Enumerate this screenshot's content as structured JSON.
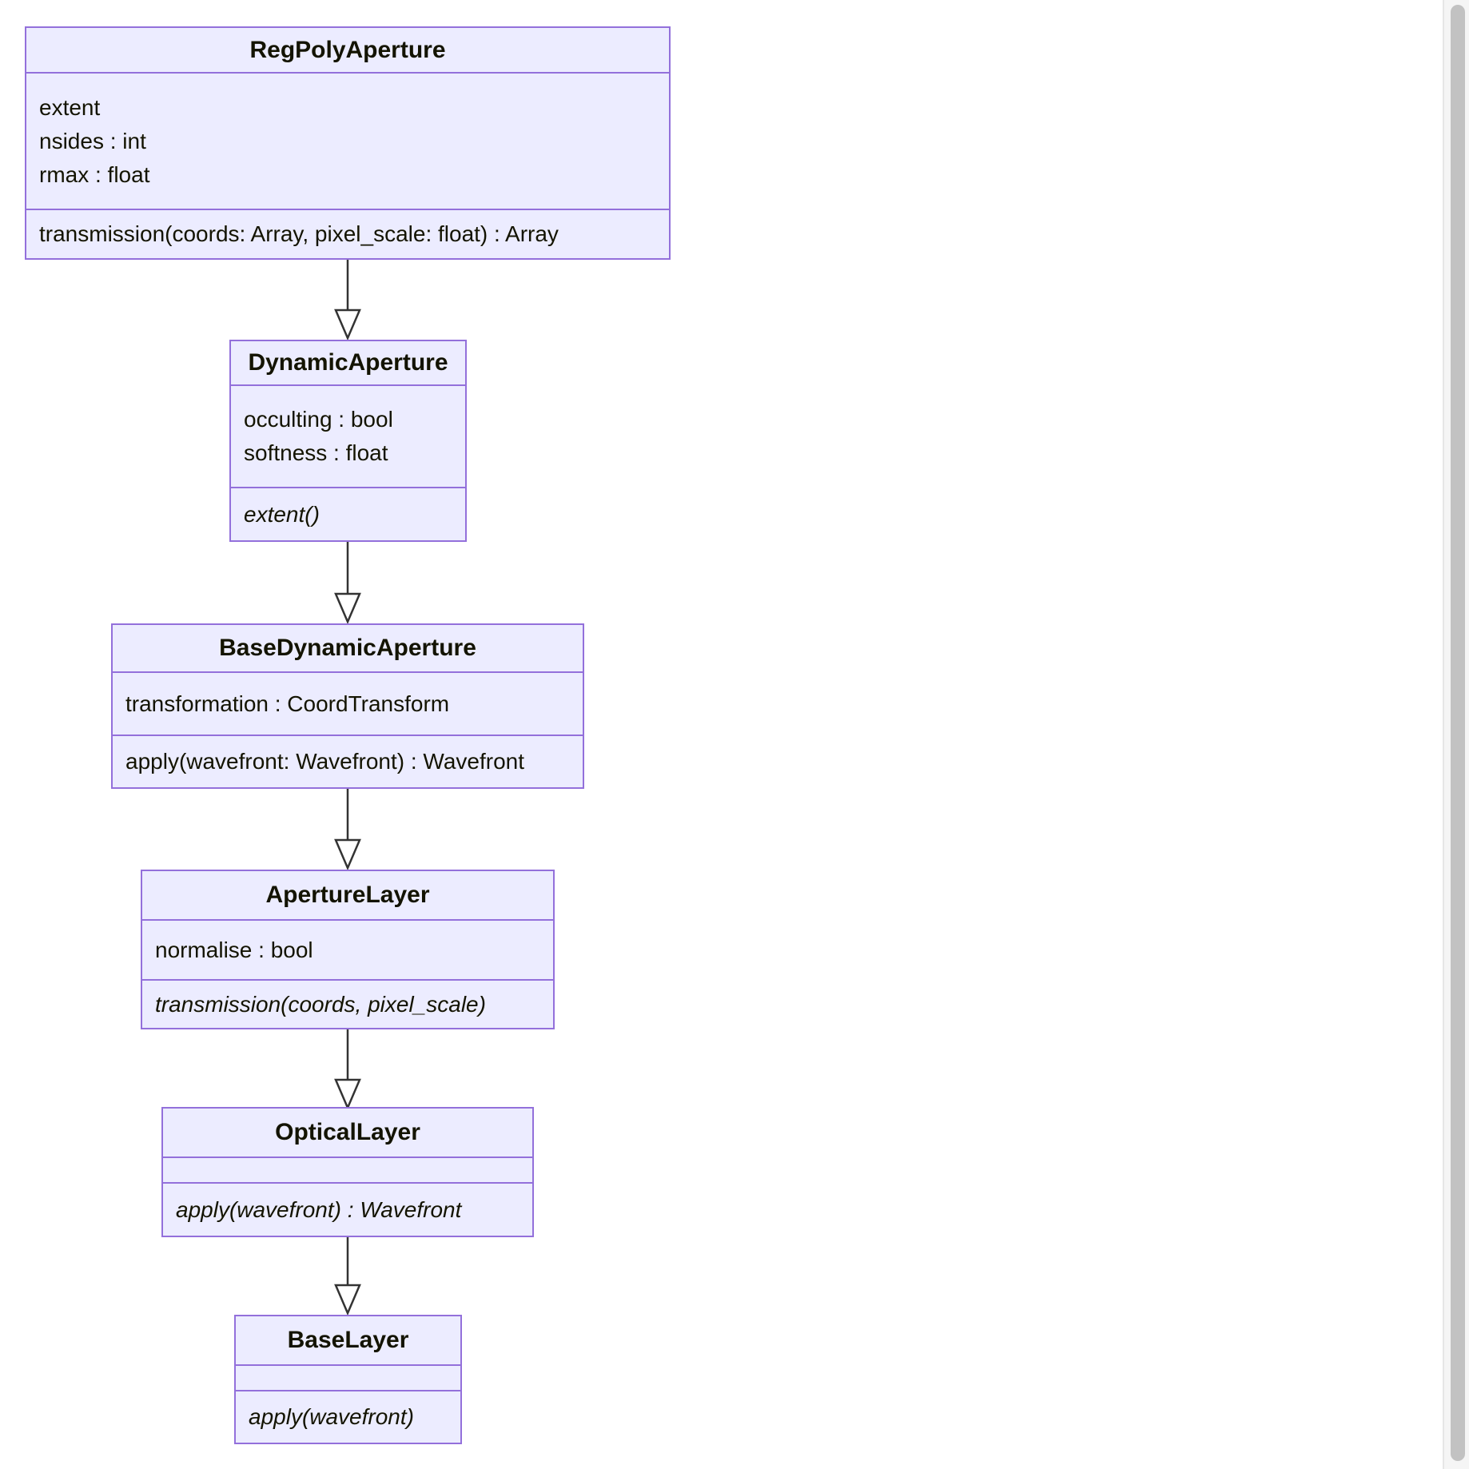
{
  "diagram": {
    "type": "uml-class-diagram",
    "classes": [
      {
        "name": "RegPolyAperture",
        "attributes": [
          "extent",
          "nsides : int",
          "rmax : float"
        ],
        "methods": [
          "transmission(coords: Array, pixel_scale: float) : Array"
        ]
      },
      {
        "name": "DynamicAperture",
        "attributes": [
          "occulting : bool",
          "softness : float"
        ],
        "methods": [
          "extent()"
        ]
      },
      {
        "name": "BaseDynamicAperture",
        "attributes": [
          "transformation : CoordTransform"
        ],
        "methods": [
          "apply(wavefront: Wavefront) : Wavefront"
        ]
      },
      {
        "name": "ApertureLayer",
        "attributes": [
          "normalise : bool"
        ],
        "methods": [
          "transmission(coords, pixel_scale)"
        ]
      },
      {
        "name": "OpticalLayer",
        "attributes": [],
        "methods": [
          "apply(wavefront) : Wavefront"
        ]
      },
      {
        "name": "BaseLayer",
        "attributes": [],
        "methods": [
          "apply(wavefront)"
        ]
      }
    ],
    "relationships": [
      {
        "from": "RegPolyAperture",
        "to": "DynamicAperture",
        "type": "inheritance"
      },
      {
        "from": "DynamicAperture",
        "to": "BaseDynamicAperture",
        "type": "inheritance"
      },
      {
        "from": "BaseDynamicAperture",
        "to": "ApertureLayer",
        "type": "inheritance"
      },
      {
        "from": "ApertureLayer",
        "to": "OpticalLayer",
        "type": "inheritance"
      },
      {
        "from": "OpticalLayer",
        "to": "BaseLayer",
        "type": "inheritance"
      }
    ],
    "colors": {
      "class_fill": "#ECECFF",
      "class_border": "#9370DB",
      "text": "#131300",
      "arrow": "#333333"
    }
  },
  "scrollbar": {
    "orientation": "vertical",
    "track_color": "#f5f5f5",
    "thumb_color": "#c2c2c2"
  }
}
